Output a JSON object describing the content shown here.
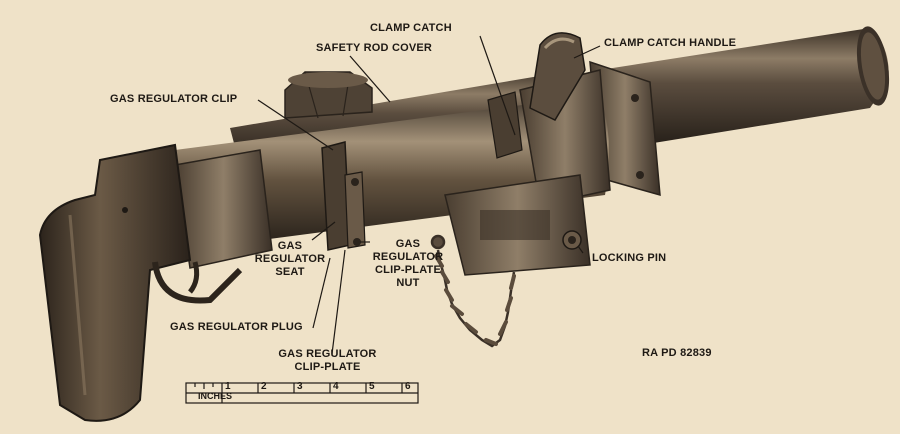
{
  "labels": {
    "clamp_catch": "CLAMP CATCH",
    "safety_rod_cover": "SAFETY ROD COVER",
    "clamp_catch_handle": "CLAMP CATCH HANDLE",
    "gas_regulator_clip": "GAS REGULATOR CLIP",
    "gas_regulator_seat": [
      "GAS",
      "REGULATOR",
      "SEAT"
    ],
    "gas_regulator_clip_plate_nut": [
      "GAS",
      "REGULATOR",
      "CLIP-PLATE",
      "NUT"
    ],
    "locking_pin": "LOCKING PIN",
    "gas_regulator_plug": "GAS REGULATOR PLUG",
    "gas_regulator_clip_plate": [
      "GAS REGULATOR",
      "CLIP-PLATE"
    ],
    "figure_ref": "RA PD 82839"
  },
  "ruler": {
    "unit_label": "INCHES",
    "numbers": [
      "1",
      "2",
      "3",
      "4",
      "5",
      "6"
    ]
  },
  "colors": {
    "paper": "#efe2c8",
    "metal_dark": "#2a231c",
    "metal_mid": "#5a4c3e",
    "metal_light": "#9c8b74",
    "ink": "#1e1914"
  }
}
